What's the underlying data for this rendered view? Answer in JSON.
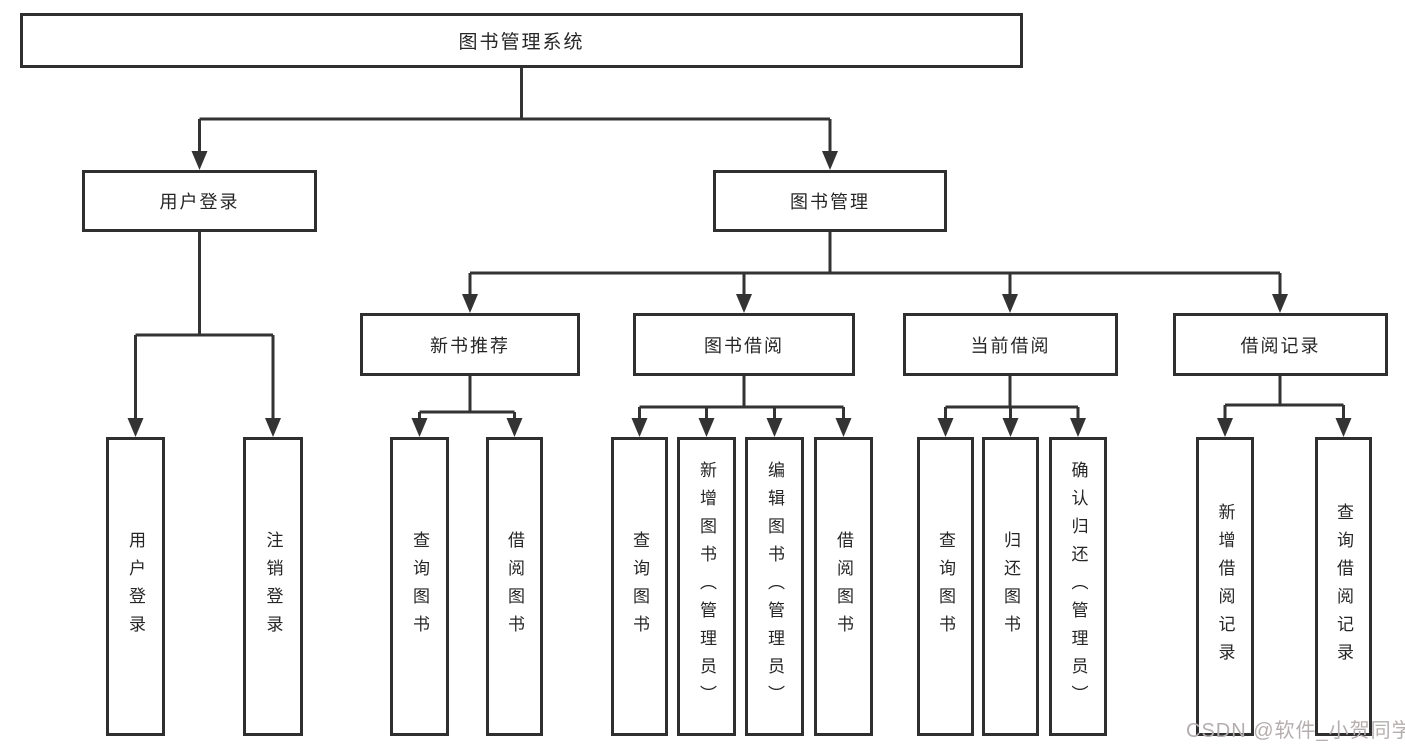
{
  "structure": {
    "label": "图书管理系统",
    "children": [
      {
        "label": "用户登录",
        "children": [
          {
            "label": "用户登录"
          },
          {
            "label": "注销登录"
          }
        ]
      },
      {
        "label": "图书管理",
        "children": [
          {
            "label": "新书推荐",
            "children": [
              {
                "label": "查询图书"
              },
              {
                "label": "借阅图书"
              }
            ]
          },
          {
            "label": "图书借阅",
            "children": [
              {
                "label": "查询图书"
              },
              {
                "label": "新增图书（管理员）"
              },
              {
                "label": "编辑图书（管理员）"
              },
              {
                "label": "借阅图书"
              }
            ]
          },
          {
            "label": "当前借阅",
            "children": [
              {
                "label": "查询图书"
              },
              {
                "label": "归还图书"
              },
              {
                "label": "确认归还（管理员）"
              }
            ]
          },
          {
            "label": "借阅记录",
            "children": [
              {
                "label": "新增借阅记录"
              },
              {
                "label": "查询借阅记录"
              }
            ]
          }
        ]
      }
    ]
  },
  "watermark": {
    "text": "CSDN @软件_小贺同学"
  },
  "colors": {
    "border": "#2f2f2f",
    "line": "#333333",
    "text": "#262626",
    "watermark": "#b5aeae",
    "background": "#ffffff"
  }
}
